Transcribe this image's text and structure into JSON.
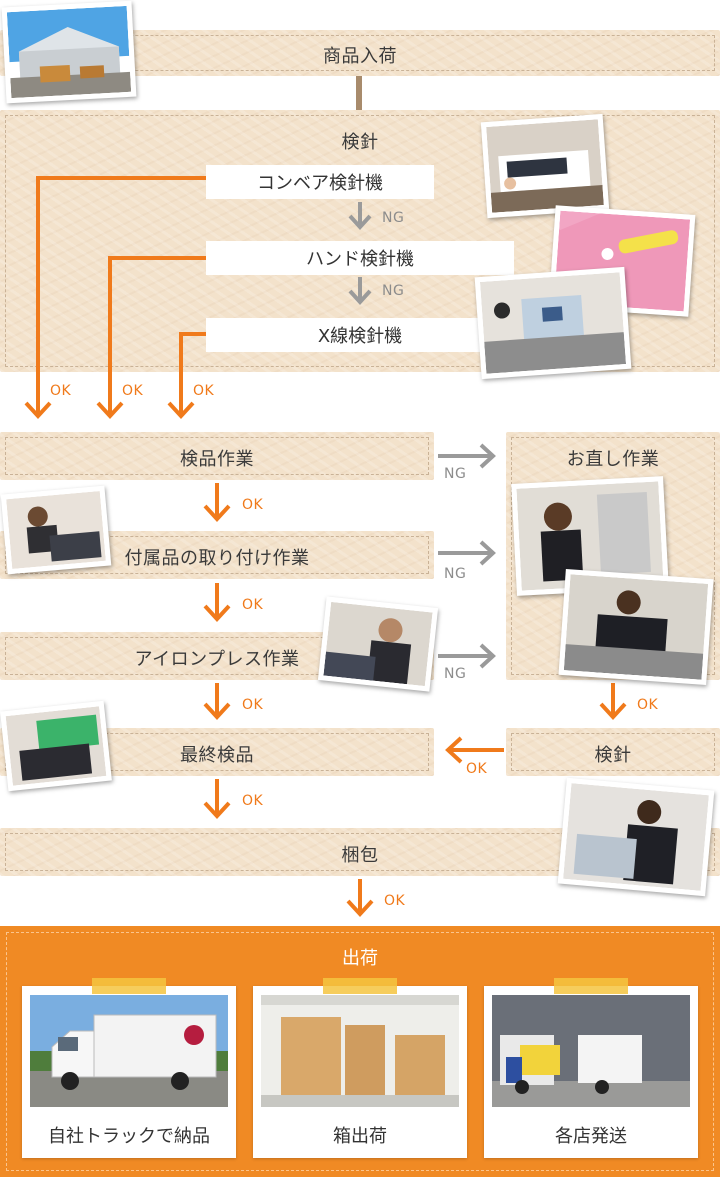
{
  "flow": {
    "arrival": "商品入荷",
    "inspection": {
      "title": "検針",
      "machines": [
        "コンベア検針機",
        "ハンド検針機",
        "X線検針機"
      ],
      "ng_label": "NG",
      "ok_label": "OK"
    },
    "steps": {
      "product_inspection": "検品作業",
      "accessory": "付属品の取り付け作業",
      "iron_press": "アイロンプレス作業",
      "final_inspection": "最終検品",
      "packing": "梱包"
    },
    "repair": {
      "title": "お直し作業",
      "recheck": "検針"
    },
    "ok_label": "OK",
    "ng_label": "NG"
  },
  "shipping": {
    "title": "出荷",
    "cards": [
      {
        "caption": "自社トラックで納品"
      },
      {
        "caption": "箱出荷"
      },
      {
        "caption": "各店発送"
      }
    ]
  },
  "colors": {
    "accent": "#f07a1b",
    "gray_arrow": "#9a9a9a",
    "box_bg": "#f3e2cb",
    "shipping_bg": "#f08a24"
  }
}
